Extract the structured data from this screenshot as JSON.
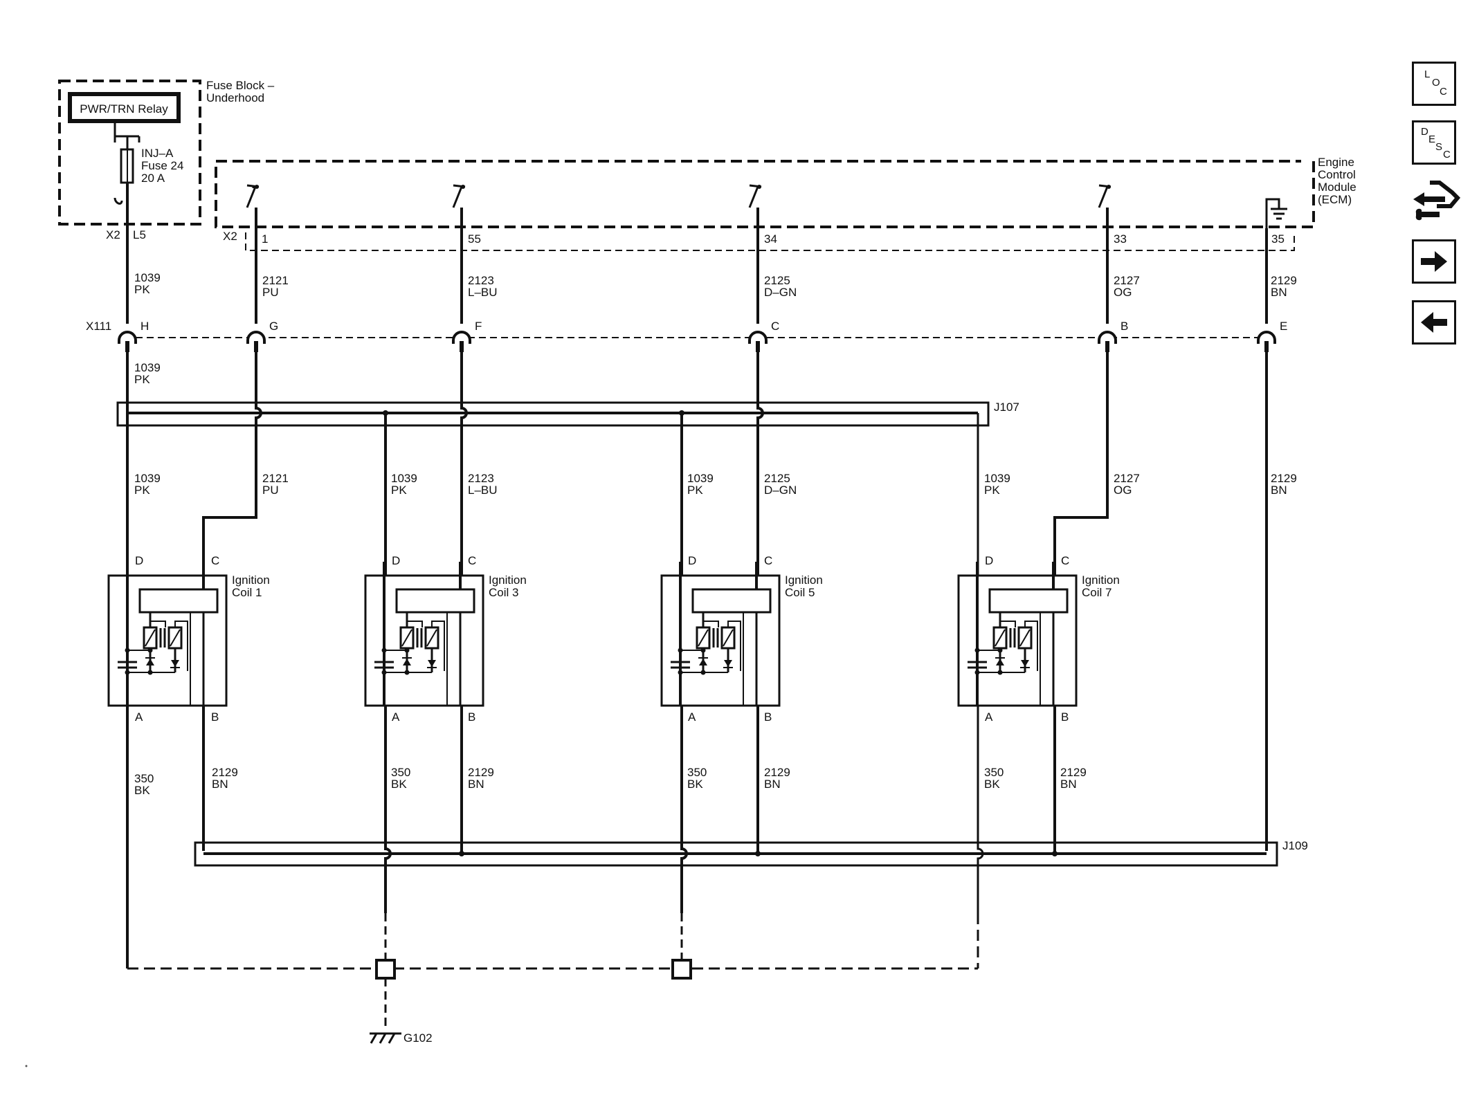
{
  "fuse_block": {
    "title_line1": "Fuse Block –",
    "title_line2": "Underhood",
    "relay_label": "PWR/TRN Relay",
    "fuse_line1": "INJ–A",
    "fuse_line2": "Fuse 24",
    "fuse_line3": "20 A",
    "connector": "X2",
    "pin": "L5"
  },
  "ecm": {
    "line1": "Engine",
    "line2": "Control",
    "line3": "Module",
    "line4": "(ECM)",
    "connector": "X2",
    "pins": [
      "1",
      "55",
      "34",
      "33",
      "35"
    ]
  },
  "inline_connector": {
    "name": "X111",
    "pins": [
      "H",
      "G",
      "F",
      "C",
      "B",
      "E"
    ]
  },
  "upper_wires": [
    {
      "circuit": "1039",
      "color": "PK"
    },
    {
      "circuit": "2121",
      "color": "PU"
    },
    {
      "circuit": "2123",
      "color": "L–BU"
    },
    {
      "circuit": "2125",
      "color": "D–GN"
    },
    {
      "circuit": "2127",
      "color": "OG"
    },
    {
      "circuit": "2129",
      "color": "BN"
    }
  ],
  "feed_below_x111": {
    "circuit": "1039",
    "color": "PK"
  },
  "splices": {
    "top": "J107",
    "bottom": "J109",
    "ground": "G102"
  },
  "coils": [
    {
      "name_line1": "Ignition",
      "name_line2": "Coil 1",
      "pin_d": "D",
      "pin_c": "C",
      "pin_a": "A",
      "pin_b": "B",
      "feed": {
        "circuit": "1039",
        "color": "PK"
      },
      "control": {
        "circuit": "2121",
        "color": "PU"
      },
      "ground": {
        "circuit": "350",
        "color": "BK"
      },
      "ref": {
        "circuit": "2129",
        "color": "BN"
      }
    },
    {
      "name_line1": "Ignition",
      "name_line2": "Coil 3",
      "pin_d": "D",
      "pin_c": "C",
      "pin_a": "A",
      "pin_b": "B",
      "feed": {
        "circuit": "1039",
        "color": "PK"
      },
      "control": {
        "circuit": "2123",
        "color": "L–BU"
      },
      "ground": {
        "circuit": "350",
        "color": "BK"
      },
      "ref": {
        "circuit": "2129",
        "color": "BN"
      }
    },
    {
      "name_line1": "Ignition",
      "name_line2": "Coil 5",
      "pin_d": "D",
      "pin_c": "C",
      "pin_a": "A",
      "pin_b": "B",
      "feed": {
        "circuit": "1039",
        "color": "PK"
      },
      "control": {
        "circuit": "2125",
        "color": "D–GN"
      },
      "ground": {
        "circuit": "350",
        "color": "BK"
      },
      "ref": {
        "circuit": "2129",
        "color": "BN"
      }
    },
    {
      "name_line1": "Ignition",
      "name_line2": "Coil 7",
      "pin_d": "D",
      "pin_c": "C",
      "pin_a": "A",
      "pin_b": "B",
      "feed": {
        "circuit": "1039",
        "color": "PK"
      },
      "control": {
        "circuit": "2127",
        "color": "OG"
      },
      "ground": {
        "circuit": "350",
        "color": "BK"
      },
      "ref": {
        "circuit": "2129",
        "color": "BN"
      }
    }
  ],
  "right_ref_wire": {
    "circuit": "2129",
    "color": "BN"
  },
  "nav": [
    {
      "icon": "location-icon",
      "main": "L",
      "sub": "OC"
    },
    {
      "icon": "description-icon",
      "main": "D",
      "sub": "ESC"
    },
    {
      "icon": "connector-diagnostic-icon"
    },
    {
      "icon": "arrow-right-icon"
    },
    {
      "icon": "arrow-left-icon"
    }
  ]
}
